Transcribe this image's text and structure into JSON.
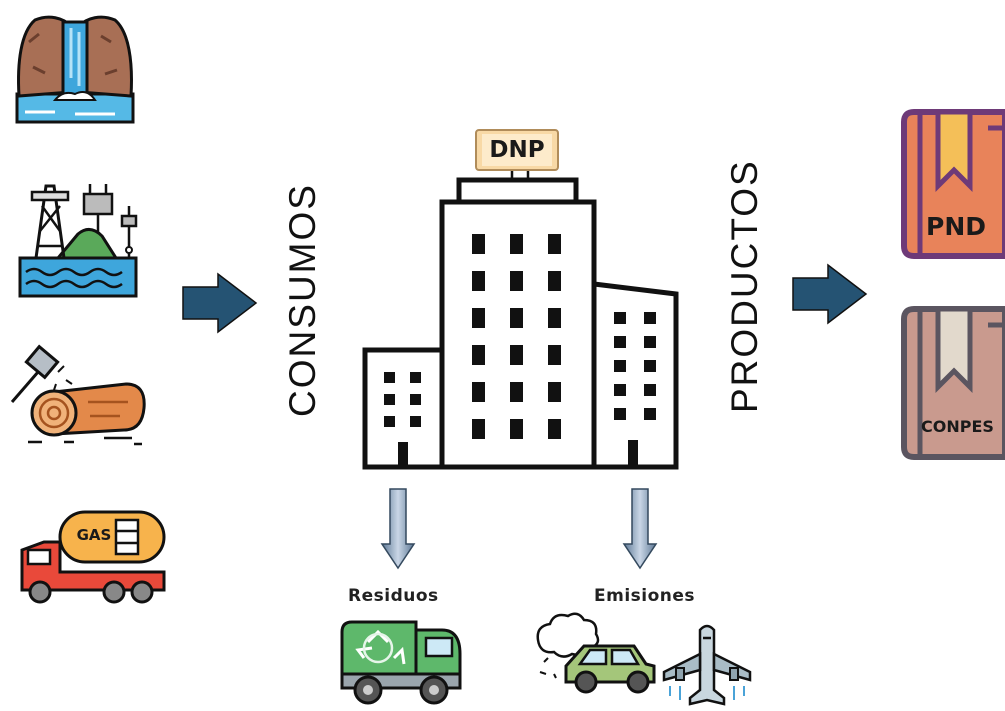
{
  "labels": {
    "consumos": "CONSUMOS",
    "productos": "PRODUCTOS",
    "building_sign": "DNP",
    "residuos": "Residuos",
    "emisiones": "Emisiones",
    "gas_tank": "GAS"
  },
  "books": [
    {
      "title": "PND",
      "color": "#e8835a",
      "border": "#6e3a78"
    },
    {
      "title": "CONPES",
      "color": "#c99a8e",
      "border": "#5b5560"
    }
  ],
  "colors": {
    "arrow": "#255373",
    "down_arrow": "#7f97b3"
  },
  "icons": {
    "inputs": [
      "waterfall-icon",
      "power-plant-icon",
      "wood-log-icon",
      "gas-truck-icon"
    ],
    "center": "building-icon",
    "outputs": [
      "garbage-truck-icon",
      "car-emissions-icon",
      "airplane-icon"
    ]
  }
}
